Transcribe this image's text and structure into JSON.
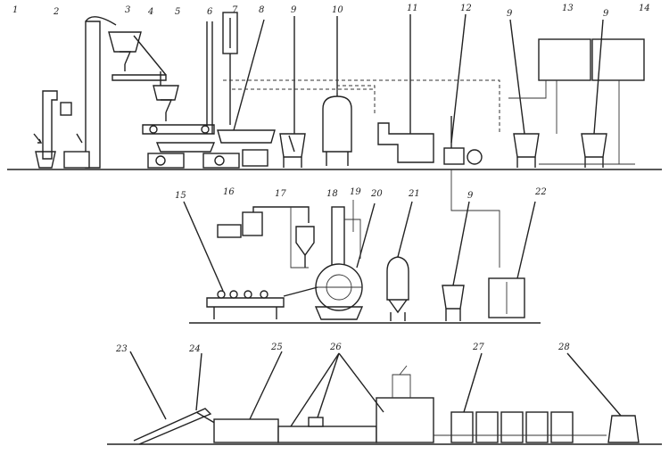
{
  "labels": {
    "l1": "1",
    "l2": "2",
    "l3": "3",
    "l4": "4",
    "l5": "5",
    "l6": "6",
    "l7": "7",
    "l8": "8",
    "l9a": "9",
    "l10": "10",
    "l11": "11",
    "l12": "12",
    "l9b": "9",
    "l13": "13",
    "l9c": "9",
    "l14": "14",
    "l15": "15",
    "l16": "16",
    "l17": "17",
    "l18": "18",
    "l19": "19",
    "l20": "20",
    "l21": "21",
    "l9d": "9",
    "l22": "22",
    "l23": "23",
    "l24": "24",
    "l25": "25",
    "l26": "26",
    "l27": "27",
    "l28": "28"
  }
}
